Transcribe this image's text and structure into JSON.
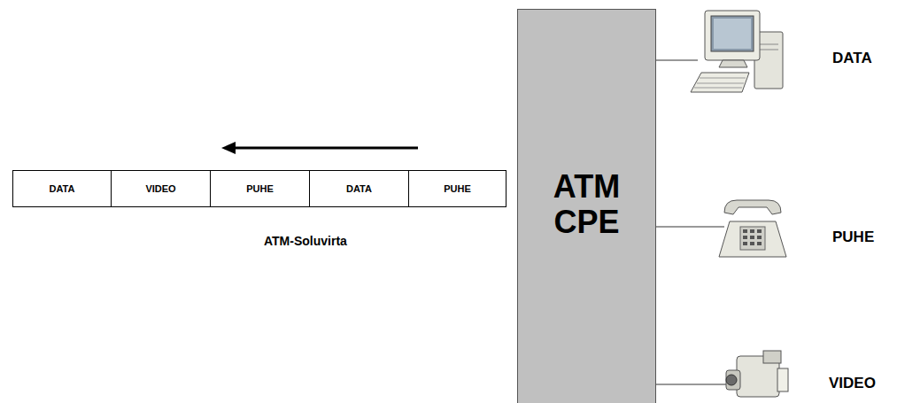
{
  "diagram": {
    "nodes": [
      {
        "text": [
          "DATA"
        ]
      },
      {
        "text": [
          "VIDEO"
        ]
      },
      {
        "text": [
          "PUHE"
        ]
      },
      {
        "text": [
          "DATA"
        ]
      },
      {
        "text": [
          "PUHE"
        ]
      },
      {
        "text": [
          "ATM CPE"
        ]
      }
    ],
    "labels": [
      "ATM-Soluvirta",
      "DATA",
      "PUHE",
      "VIDEO"
    ]
  }
}
